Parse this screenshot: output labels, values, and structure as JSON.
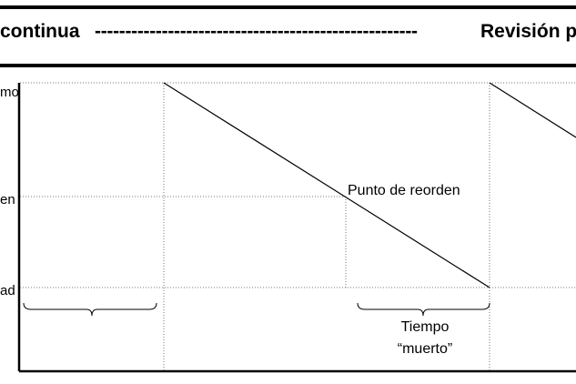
{
  "header": {
    "left_title": "continua",
    "dashes": "-----------------------------------------------------",
    "right_title": "Revisión p"
  },
  "y_axis_labels": {
    "top": "mo",
    "middle": "en",
    "bottom": "ad"
  },
  "annotations": {
    "reorder_point": "Punto de reorden",
    "dead_time_line1": "Tiempo",
    "dead_time_line2": "“muerto”"
  }
}
